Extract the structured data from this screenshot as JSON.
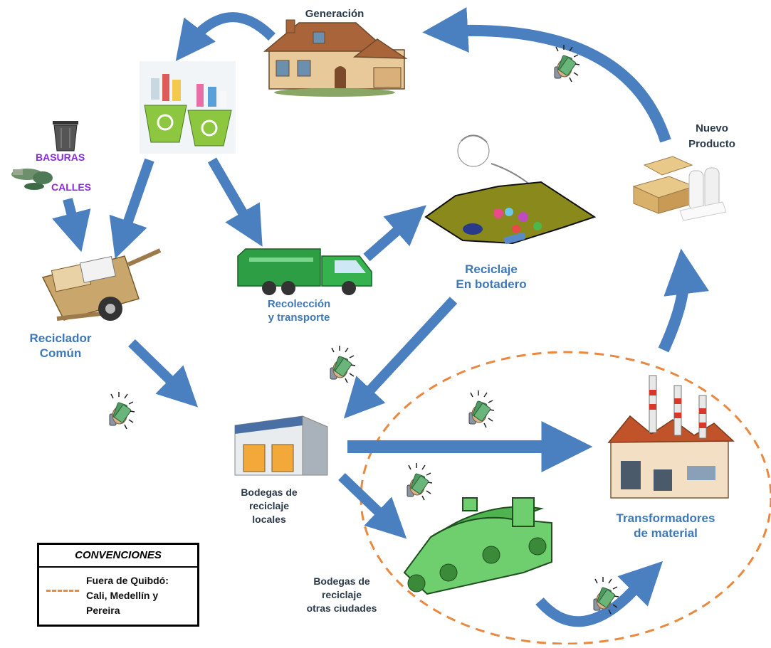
{
  "labels": {
    "generacion": "Generación",
    "basuras": "BASURAS",
    "calles": "CALLES",
    "reciclador": "Reciclador\nComún",
    "recoleccion": "Recolección\ny transporte",
    "reciclaje_botadero": "Reciclaje\nEn botadero",
    "nuevo_producto": "Nuevo\nProducto",
    "bodegas_locales": "Bodegas  de\nreciclaje\nlocales",
    "bodegas_otras": "Bodegas  de\nreciclaje\notras ciudades",
    "transformadores": "Transformadores\nde material"
  },
  "legend": {
    "title": "CONVENCIONES",
    "text": "Fuera de Quibdó:\nCali, Medellín y\nPereira"
  },
  "colors": {
    "arrow": "#4a7fc0",
    "dashed_region": "#e9883e",
    "label_blue": "#3f78b8",
    "label_purple": "#8a2be2"
  },
  "icons": [
    "house-icon",
    "recycling-bins-icon",
    "trash-can-icon",
    "street-litter-icon",
    "handcart-icon",
    "garbage-truck-icon",
    "landfill-icon",
    "boxes-icon",
    "warehouse-icon",
    "factory-icon",
    "green-warehouse-icon",
    "money-hand-icon"
  ]
}
